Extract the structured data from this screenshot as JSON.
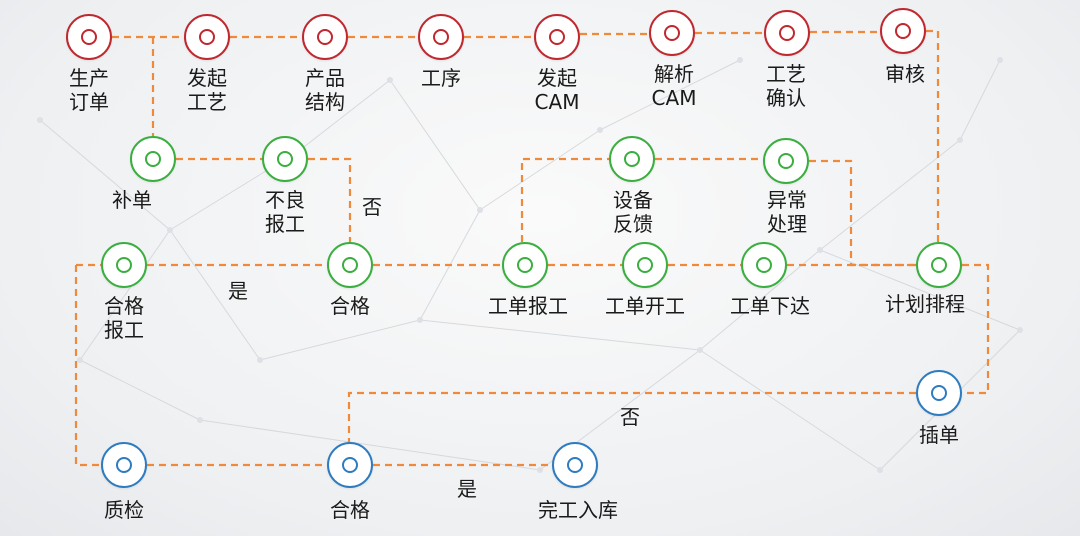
{
  "colors": {
    "red": "#c0282f",
    "green": "#3aae3f",
    "blue": "#2f7bc0",
    "connector": "#f08a3a"
  },
  "nodes": [
    {
      "id": "sc",
      "label": "生产\n订单",
      "color": "red"
    },
    {
      "id": "fq",
      "label": "发起\n工艺",
      "color": "red"
    },
    {
      "id": "cp",
      "label": "产品\n结构",
      "color": "red"
    },
    {
      "id": "gx",
      "label": "工序",
      "color": "red"
    },
    {
      "id": "fcam",
      "label": "发起\nCAM",
      "color": "red"
    },
    {
      "id": "jcam",
      "label": "解析\nCAM",
      "color": "red"
    },
    {
      "id": "gyqr",
      "label": "工艺\n确认",
      "color": "red"
    },
    {
      "id": "sh",
      "label": "审核",
      "color": "red"
    },
    {
      "id": "bd",
      "label": "补单",
      "color": "green"
    },
    {
      "id": "blbg",
      "label": "不良\n报工",
      "color": "green"
    },
    {
      "id": "sbfk",
      "label": "设备\n反馈",
      "color": "green"
    },
    {
      "id": "ycl",
      "label": "异常\n处理",
      "color": "green"
    },
    {
      "id": "hgbg",
      "label": "合格\n报工",
      "color": "green"
    },
    {
      "id": "hg1",
      "label": "合格",
      "color": "green"
    },
    {
      "id": "gdbg",
      "label": "工单报工",
      "color": "green"
    },
    {
      "id": "gdkg",
      "label": "工单开工",
      "color": "green"
    },
    {
      "id": "gdxd",
      "label": "工单下达",
      "color": "green"
    },
    {
      "id": "jhpc",
      "label": "计划排程",
      "color": "green"
    },
    {
      "id": "cd",
      "label": "插单",
      "color": "blue"
    },
    {
      "id": "zj",
      "label": "质检",
      "color": "blue"
    },
    {
      "id": "hg2",
      "label": "合格",
      "color": "blue"
    },
    {
      "id": "wgrk",
      "label": "完工入库",
      "color": "blue"
    }
  ],
  "branch_labels": [
    {
      "id": "no1",
      "text": "否"
    },
    {
      "id": "yes1",
      "text": "是"
    },
    {
      "id": "no2",
      "text": "否"
    },
    {
      "id": "yes2",
      "text": "是"
    }
  ]
}
